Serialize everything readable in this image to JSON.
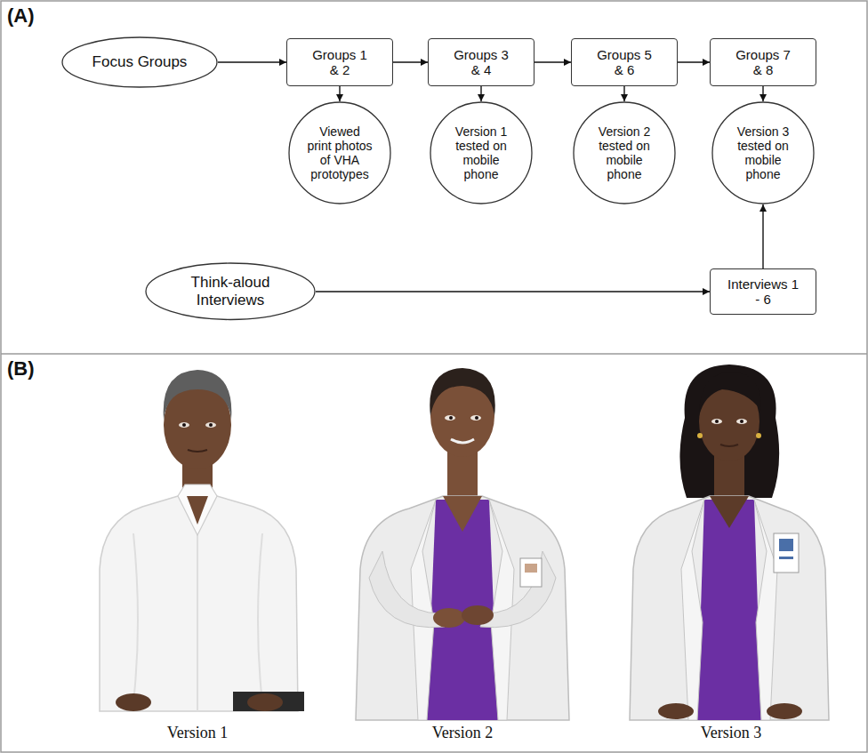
{
  "diagram": {
    "nodes": [
      {
        "text": [
          "Focus Groups"
        ]
      },
      {
        "text": [
          "Groups 1 & 2"
        ]
      },
      {
        "text": [
          "Groups 3 & 4"
        ]
      },
      {
        "text": [
          "Groups 5 & 6"
        ]
      },
      {
        "text": [
          "Groups 7 & 8"
        ]
      },
      {
        "text": [
          "Viewed print photos of VHA prototypes"
        ]
      },
      {
        "text": [
          "Version 1 tested on mobile phone"
        ]
      },
      {
        "text": [
          "Version 2 tested on mobile phone"
        ]
      },
      {
        "text": [
          "Version 3 tested on mobile phone"
        ]
      },
      {
        "text": [
          "Think-aloud Interviews"
        ]
      },
      {
        "text": [
          "Interviews 1 - 6"
        ]
      }
    ],
    "edges": [
      {
        "from": 0,
        "to": 1,
        "arrow": "to"
      },
      {
        "from": 1,
        "to": 2,
        "arrow": "to"
      },
      {
        "from": 2,
        "to": 3,
        "arrow": "to"
      },
      {
        "from": 3,
        "to": 4,
        "arrow": "to"
      },
      {
        "from": 1,
        "to": 5,
        "arrow": "to"
      },
      {
        "from": 2,
        "to": 6,
        "arrow": "to"
      },
      {
        "from": 3,
        "to": 7,
        "arrow": "to"
      },
      {
        "from": 4,
        "to": 8,
        "arrow": "to"
      },
      {
        "from": 9,
        "to": 10,
        "arrow": "to"
      },
      {
        "from": 10,
        "to": 8,
        "arrow": "to"
      }
    ],
    "labels": [
      "(A)",
      "(B)",
      "Version 1",
      "Version 2",
      "Version 3"
    ]
  }
}
